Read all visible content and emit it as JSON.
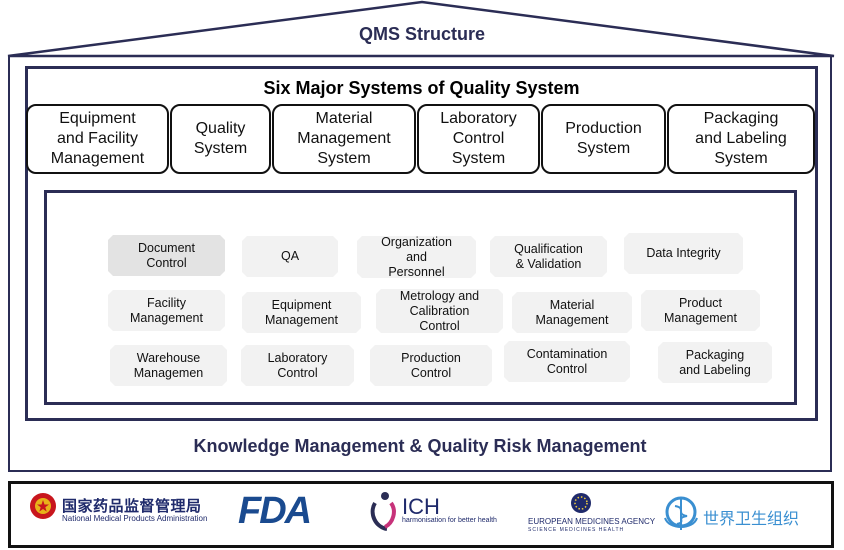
{
  "qms_title": "QMS  Structure",
  "six_systems_title": "Six Major Systems of Quality System",
  "systems": [
    "Equipment\nand Facility\nManagement",
    "Quality\nSystem",
    "Material\nManagement\nSystem",
    "Laboratory\nControl\nSystem",
    "Production\nSystem",
    "Packaging\nand Labeling\nSystem"
  ],
  "subsystems": [
    "Document\nControl",
    "QA",
    "Organization\nand\nPersonnel",
    "Qualification\n& Validation",
    "Data Integrity",
    "Facility\nManagement",
    "Equipment\nManagement",
    "Metrology and\nCalibration\nControl",
    "Material\nManagement",
    "Product\nManagement",
    "Warehouse\nManagemen",
    "Laboratory\nControl",
    "Production\nControl",
    "Contamination\nControl",
    "Packaging\nand Labeling"
  ],
  "foundation_title": "Knowledge Management & Quality Risk Management",
  "logos": {
    "nmpa_cn": "国家药品监督管理局",
    "nmpa_en": "National Medical Products Administration",
    "fda": "FDA",
    "ich": "ICH",
    "ich_tagline": "harmonisation for better health",
    "ema": "EUROPEAN MEDICINES AGENCY",
    "ema_sub": "SCIENCE  MEDICINES  HEALTH",
    "who_cn": "世界卫生组织"
  },
  "colors": {
    "navy": "#2b2d55",
    "chip": "#f2f2f2",
    "fda_blue": "#1a4a8f",
    "who_blue": "#3a8fd1"
  }
}
